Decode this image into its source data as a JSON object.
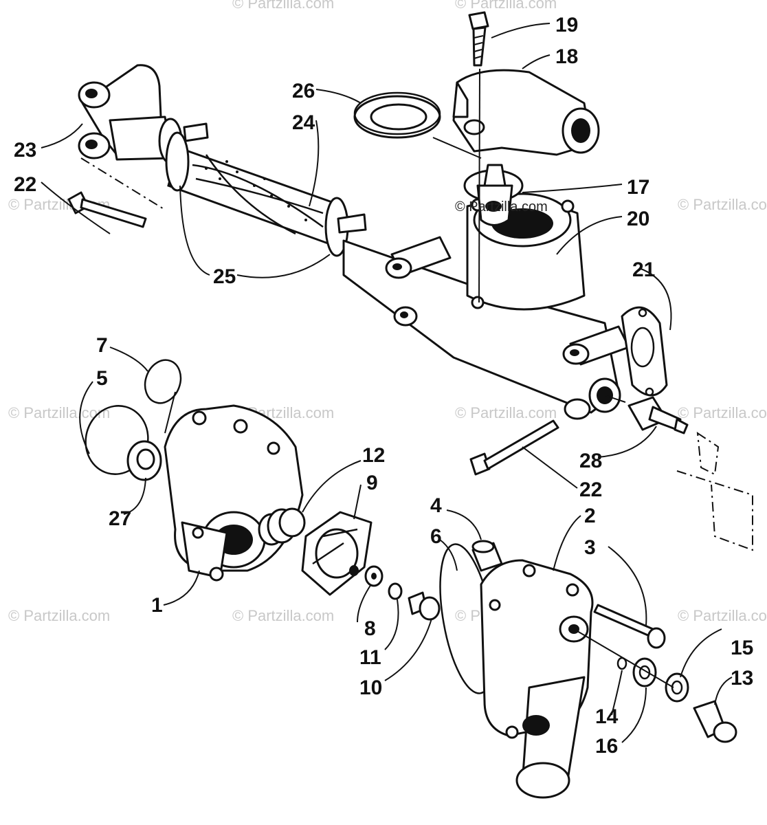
{
  "watermark": "© Partzilla.com",
  "watermark_inline": "© Partzilla.com",
  "callouts": {
    "c1": "1",
    "c2": "2",
    "c3": "3",
    "c4": "4",
    "c5": "5",
    "c6": "6",
    "c7": "7",
    "c8": "8",
    "c9": "9",
    "c10": "10",
    "c11": "11",
    "c12": "12",
    "c13": "13",
    "c14": "14",
    "c15": "15",
    "c16": "16",
    "c17": "17",
    "c18": "18",
    "c19": "19",
    "c20": "20",
    "c21": "21",
    "c22a": "22",
    "c22b": "22",
    "c23": "23",
    "c24": "24",
    "c25": "25",
    "c26": "26",
    "c27": "27",
    "c28": "28"
  }
}
